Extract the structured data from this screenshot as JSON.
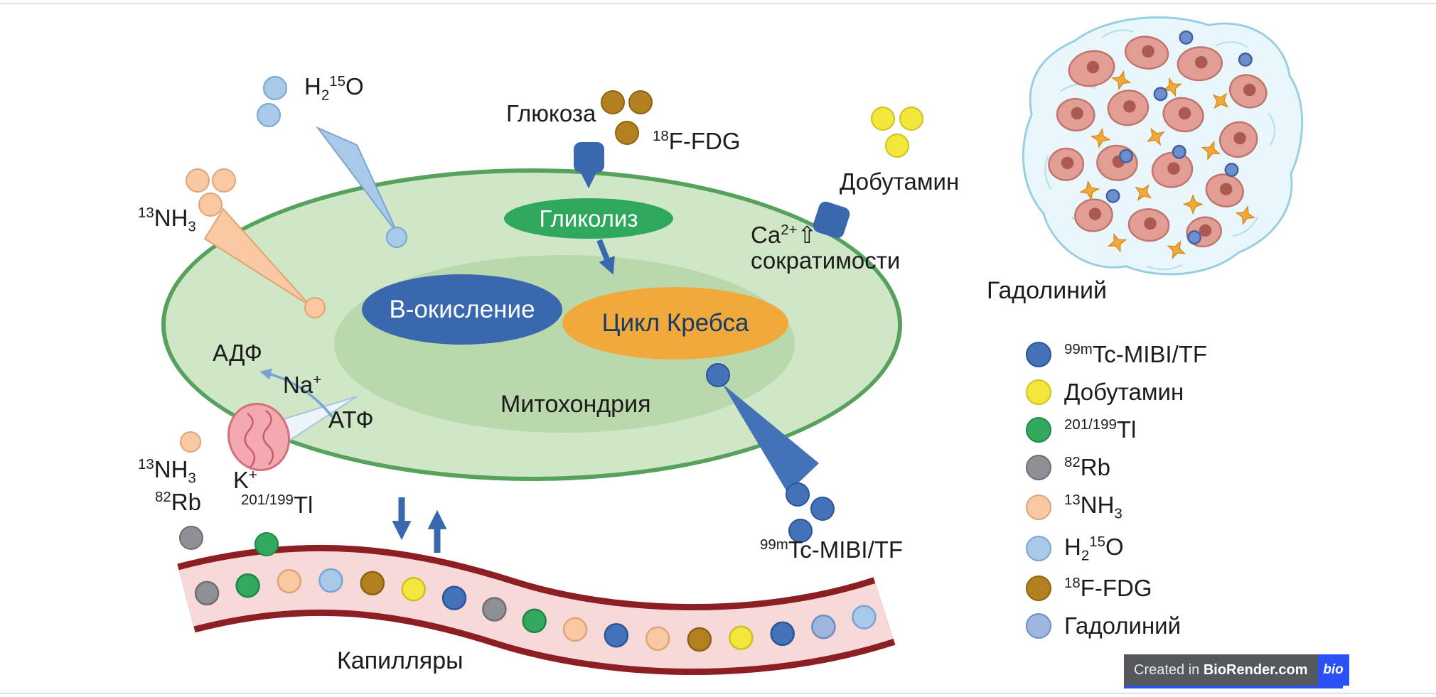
{
  "palette": {
    "tc": {
      "fill": "#4472b9",
      "stroke": "#2c5496"
    },
    "dob": {
      "fill": "#f3e63c",
      "stroke": "#cfc020"
    },
    "tl": {
      "fill": "#33a95d",
      "stroke": "#1e8747"
    },
    "rb": {
      "fill": "#8f9093",
      "stroke": "#6d6e71"
    },
    "nh3": {
      "fill": "#f8c9a2",
      "stroke": "#e3a272"
    },
    "h2o": {
      "fill": "#a9c9e9",
      "stroke": "#79a5d3"
    },
    "fdg": {
      "fill": "#b2801f",
      "stroke": "#8c6312"
    },
    "gd": {
      "fill": "#9fb6e0",
      "stroke": "#6e8cc0"
    }
  },
  "accents": {
    "arrow": "#3a68ae",
    "cell_fill": "#cfe7c6",
    "cell_stroke": "#56a15c",
    "mitochondria_fill": "#b9d9ac",
    "glycolysis_fill": "#2fa85e",
    "beta_oxidation_fill": "#3a68ae",
    "krebs_fill": "#f2a93b",
    "capillary_wall": "#8b1f24",
    "capillary_lumen": "#f7d9da"
  },
  "cell": {
    "glycolysis": "Гликолиз",
    "beta_oxidation": "В-окисление",
    "krebs": "Цикл Кребса",
    "mitochondria": "Митохондрия"
  },
  "labels": {
    "glucose": "Глюкоза",
    "fdg": "^{18}F-FDG",
    "h2o": "H_{2}^{15}O",
    "nh3_top": "^{13}NH_{3}",
    "dobutamine": "Добутамин",
    "ca": "Ca^{2+}⇧",
    "contractility": "сократимости",
    "adp": "АДФ",
    "atp": "АТФ",
    "na": "Na^{+}",
    "k": "K^{+}",
    "tl_pump": "^{201/199}Tl",
    "nh3_left": "^{13}NH_{3}",
    "rb_left": "^{82}Rb",
    "tc_mibi": "^{99m}Tc-MIBI/TF",
    "capillaries": "Капилляры",
    "gadolinium": "Гадолиний"
  },
  "legend": {
    "items": [
      {
        "key": "tc",
        "label": "^{99m}Tc-MIBI/TF"
      },
      {
        "key": "dob",
        "label": "Добутамин"
      },
      {
        "key": "tl",
        "label": "^{201/199}Tl"
      },
      {
        "key": "rb",
        "label": "^{82}Rb"
      },
      {
        "key": "nh3",
        "label": "^{13}NH_{3}"
      },
      {
        "key": "h2o",
        "label": "H_{2}^{15}O"
      },
      {
        "key": "fdg",
        "label": "^{18}F-FDG"
      },
      {
        "key": "gd",
        "label": "Гадолиний"
      }
    ]
  },
  "capillary": {
    "sequence": [
      "rb",
      "tl",
      "nh3",
      "h2o",
      "fdg",
      "dob",
      "tc",
      "rb",
      "tl",
      "nh3",
      "tc",
      "nh3",
      "fdg",
      "dob",
      "tc",
      "gd",
      "h2o"
    ]
  },
  "badge": {
    "prefix": "Created in ",
    "brand": "BioRender.com",
    "logo": "bio"
  }
}
